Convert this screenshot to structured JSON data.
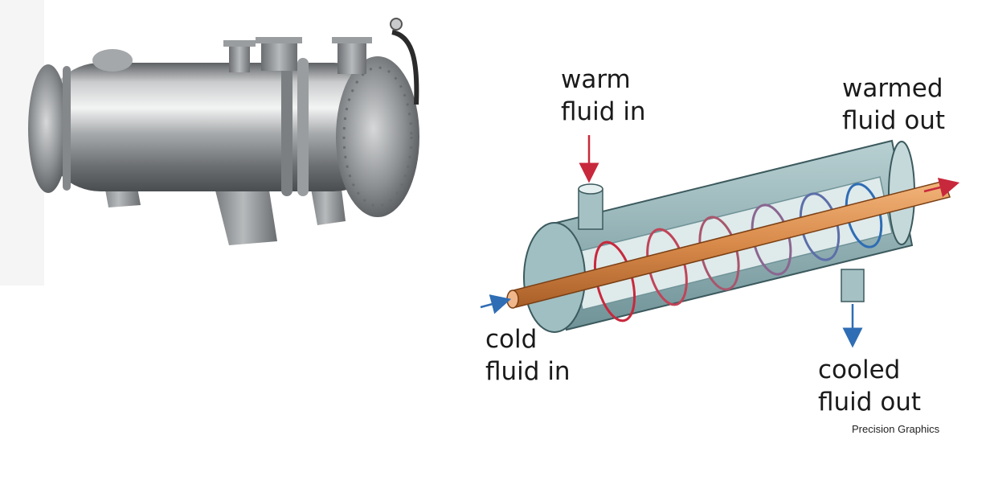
{
  "labels": {
    "warm_in": [
      "warm",
      "fluid in"
    ],
    "warmed_out": [
      "warmed",
      "fluid out"
    ],
    "cold_in": [
      "cold",
      "fluid in"
    ],
    "cooled_out": [
      "cooled",
      "fluid out"
    ]
  },
  "credit": "Precision Graphics",
  "colors": {
    "warm_arrow": "#c8283c",
    "cold_arrow": "#2f6db4",
    "shell": "#8fb4b8",
    "tube": "#d88a4a"
  }
}
